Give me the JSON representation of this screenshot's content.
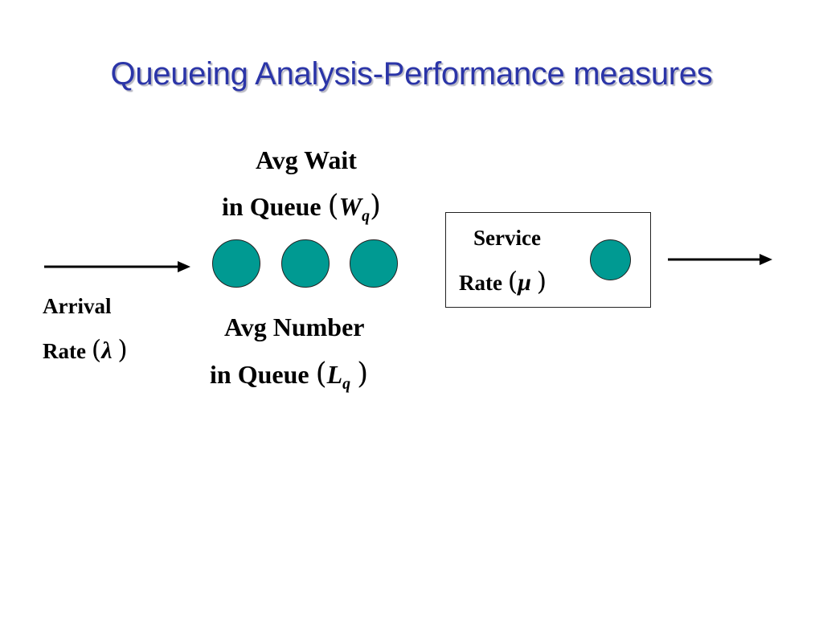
{
  "title": "Queueing Analysis-Performance measures",
  "queue_wait": {
    "line1": "Avg Wait",
    "line2": "in Queue",
    "open": "(",
    "symbol": "W",
    "subscript": "q",
    "close": ")"
  },
  "queue_number": {
    "line1": "Avg Number",
    "line2": "in Queue",
    "open": "(",
    "symbol": "L",
    "subscript": "q",
    "close": ")"
  },
  "arrival": {
    "line1": "Arrival",
    "line2": "Rate",
    "open": "(",
    "symbol": "λ",
    "close": ")"
  },
  "service": {
    "line1": "Service",
    "line2": "Rate",
    "open": "(",
    "symbol": "μ",
    "close": ")"
  },
  "colors": {
    "title": "#2b35a8",
    "customer": "#009a92",
    "stroke": "#000000"
  }
}
